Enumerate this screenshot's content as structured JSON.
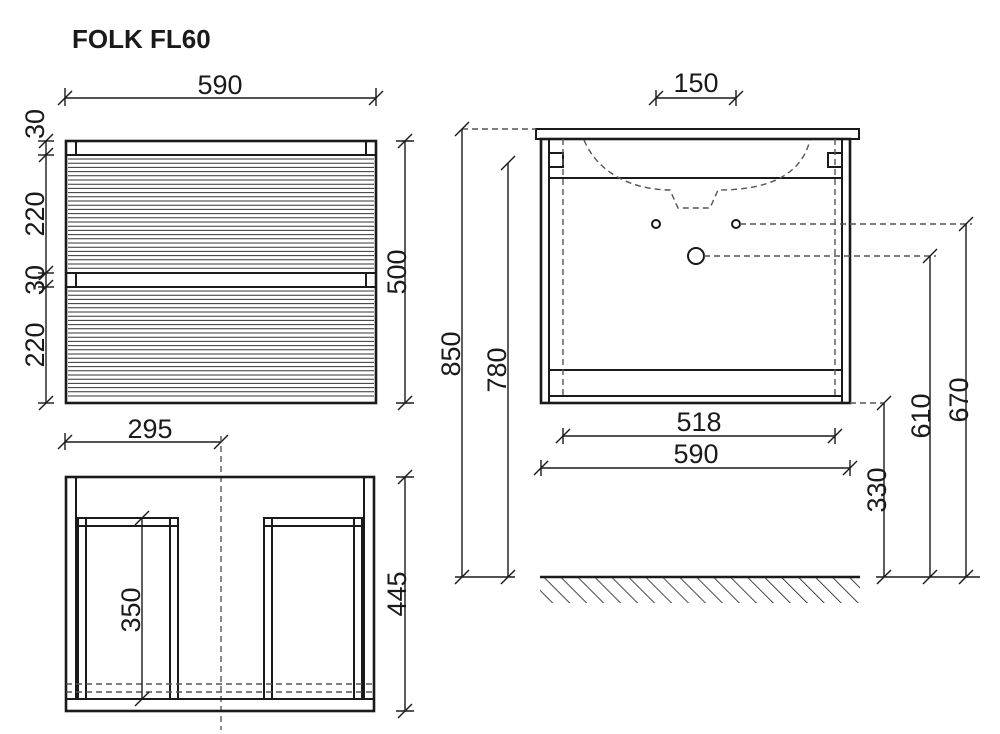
{
  "title": "FOLK FL60",
  "front_view": {
    "width": "590",
    "height": "500",
    "top_gap_1": "30",
    "drawer_1": "220",
    "top_gap_2": "30",
    "drawer_2": "220"
  },
  "top_view": {
    "half_width": "295",
    "depth": "445",
    "inner_depth": "350"
  },
  "side_view": {
    "tap_offset": "150",
    "total_height": "850",
    "cabinet_top_height": "780",
    "inner_width": "518",
    "outer_width": "590",
    "cabinet_bottom_height": "330",
    "drain_height": "610",
    "water_height": "670"
  }
}
